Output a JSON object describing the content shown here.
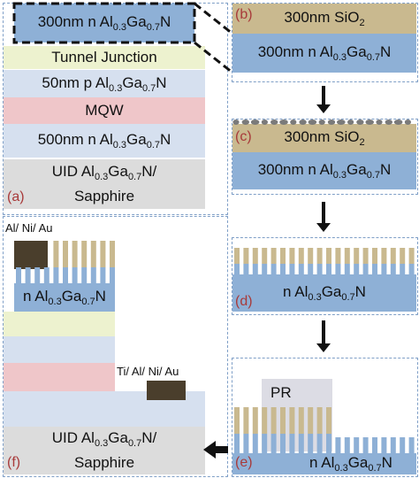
{
  "panel_a": {
    "label": "(a)",
    "l1_pre": "300nm n Al",
    "l1_s1": "0.3",
    "l1_mid": "Ga",
    "l1_s2": "0.7",
    "l1_post": "N",
    "l2": "Tunnel Junction",
    "l3_pre": "50nm p Al",
    "l3_s1": "0.3",
    "l3_mid": "Ga",
    "l3_s2": "0.7",
    "l3_post": "N",
    "l4": "MQW",
    "l5_pre": "500nm n Al",
    "l5_s1": "0.3",
    "l5_mid": "Ga",
    "l5_s2": "0.7",
    "l5_post": "N",
    "l6_pre": "UID Al",
    "l6_s1": "0.3",
    "l6_mid": "Ga",
    "l6_s2": "0.7",
    "l6_post": "N/",
    "l7": "Sapphire"
  },
  "panel_b": {
    "label": "(b)",
    "sio2_pre": "300nm SiO",
    "sio2_sub": "2",
    "n_pre": "300nm n Al",
    "n_s1": "0.3",
    "n_mid": "Ga",
    "n_s2": "0.7",
    "n_post": "N"
  },
  "panel_c": {
    "label": "(c)",
    "sio2_pre": "300nm SiO",
    "sio2_sub": "2",
    "n_pre": "300nm n Al",
    "n_s1": "0.3",
    "n_mid": "Ga",
    "n_s2": "0.7",
    "n_post": "N"
  },
  "panel_d": {
    "label": "(d)",
    "n_pre": "n Al",
    "n_s1": "0.3",
    "n_mid": "Ga",
    "n_s2": "0.7",
    "n_post": "N"
  },
  "panel_e": {
    "label": "(e)",
    "pr": "PR",
    "n_pre": "n Al",
    "n_s1": "0.3",
    "n_mid": "Ga",
    "n_s2": "0.7",
    "n_post": "N"
  },
  "panel_f": {
    "label": "(f)",
    "contact_top": "Al/ Ni/ Au",
    "contact_side": "Ti/ Al/ Ni/ Au",
    "n_pre": "n Al",
    "n_s1": "0.3",
    "n_mid": "Ga",
    "n_s2": "0.7",
    "n_post": "N",
    "uid_pre": "UID Al",
    "uid_s1": "0.3",
    "uid_mid": "Ga",
    "uid_s2": "0.7",
    "uid_post": "N/",
    "sapphire": "Sapphire"
  },
  "colors": {
    "n_algan": "#8eb0d6",
    "sio2": "#c9b98f",
    "tunnel_junction": "#edf2cf",
    "p_algan": "#d6e0ef",
    "mqw": "#efc6c9",
    "substrate": "#dcdcdc",
    "metal": "#4a3e2c",
    "label": "#a83a3a"
  }
}
